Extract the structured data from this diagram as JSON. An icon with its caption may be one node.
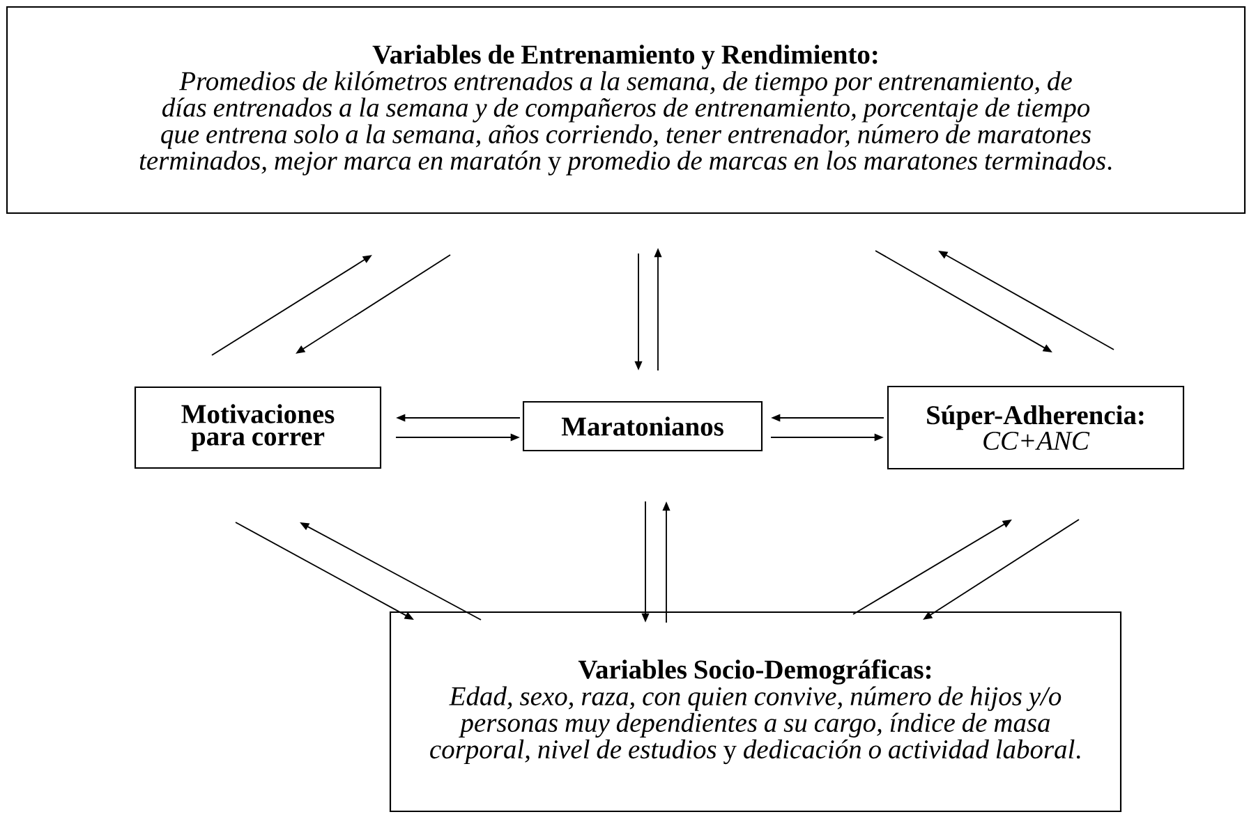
{
  "diagram": {
    "nodes": [
      {
        "text": [
          "Variables de Entrenamiento y Rendimiento:",
          "*Promedios de kilómetros entrenados a la semana, de tiempo por entrenamiento, de días entrenados a la semana y de compañeros de entrenamiento, porcentaje de tiempo que entrena solo a la semana, años corriendo, tener entrenador, número de maratones terminados, mejor marca en maratón* y *promedio de marcas en los maratones terminados*."
        ]
      },
      {
        "text": [
          "Motivaciones para correr"
        ]
      },
      {
        "text": [
          "Maratonianos"
        ]
      },
      {
        "text": [
          "Súper-Adherencia:",
          "CC+ANC"
        ]
      },
      {
        "text": [
          "Variables Socio-Demográficas:",
          "*Edad, sexo, raza, con quien convive, número de hijos y/o personas muy dependientes a su cargo, índice de masa corporal, nivel de estudios* y *dedicación o actividad laboral*."
        ]
      }
    ],
    "edges": [
      {
        "from": 1,
        "to": 0,
        "arrow": "to"
      },
      {
        "from": 0,
        "to": 1,
        "arrow": "to"
      },
      {
        "from": 0,
        "to": 2,
        "arrow": "to"
      },
      {
        "from": 2,
        "to": 0,
        "arrow": "to"
      },
      {
        "from": 0,
        "to": 3,
        "arrow": "to"
      },
      {
        "from": 3,
        "to": 0,
        "arrow": "to"
      },
      {
        "from": 2,
        "to": 1,
        "arrow": "to"
      },
      {
        "from": 1,
        "to": 2,
        "arrow": "to"
      },
      {
        "from": 3,
        "to": 2,
        "arrow": "to"
      },
      {
        "from": 2,
        "to": 3,
        "arrow": "to"
      },
      {
        "from": 1,
        "to": 4,
        "arrow": "to"
      },
      {
        "from": 4,
        "to": 1,
        "arrow": "to"
      },
      {
        "from": 2,
        "to": 4,
        "arrow": "to"
      },
      {
        "from": 4,
        "to": 2,
        "arrow": "to"
      },
      {
        "from": 4,
        "to": 3,
        "arrow": "to"
      },
      {
        "from": 3,
        "to": 4,
        "arrow": "to"
      }
    ]
  }
}
